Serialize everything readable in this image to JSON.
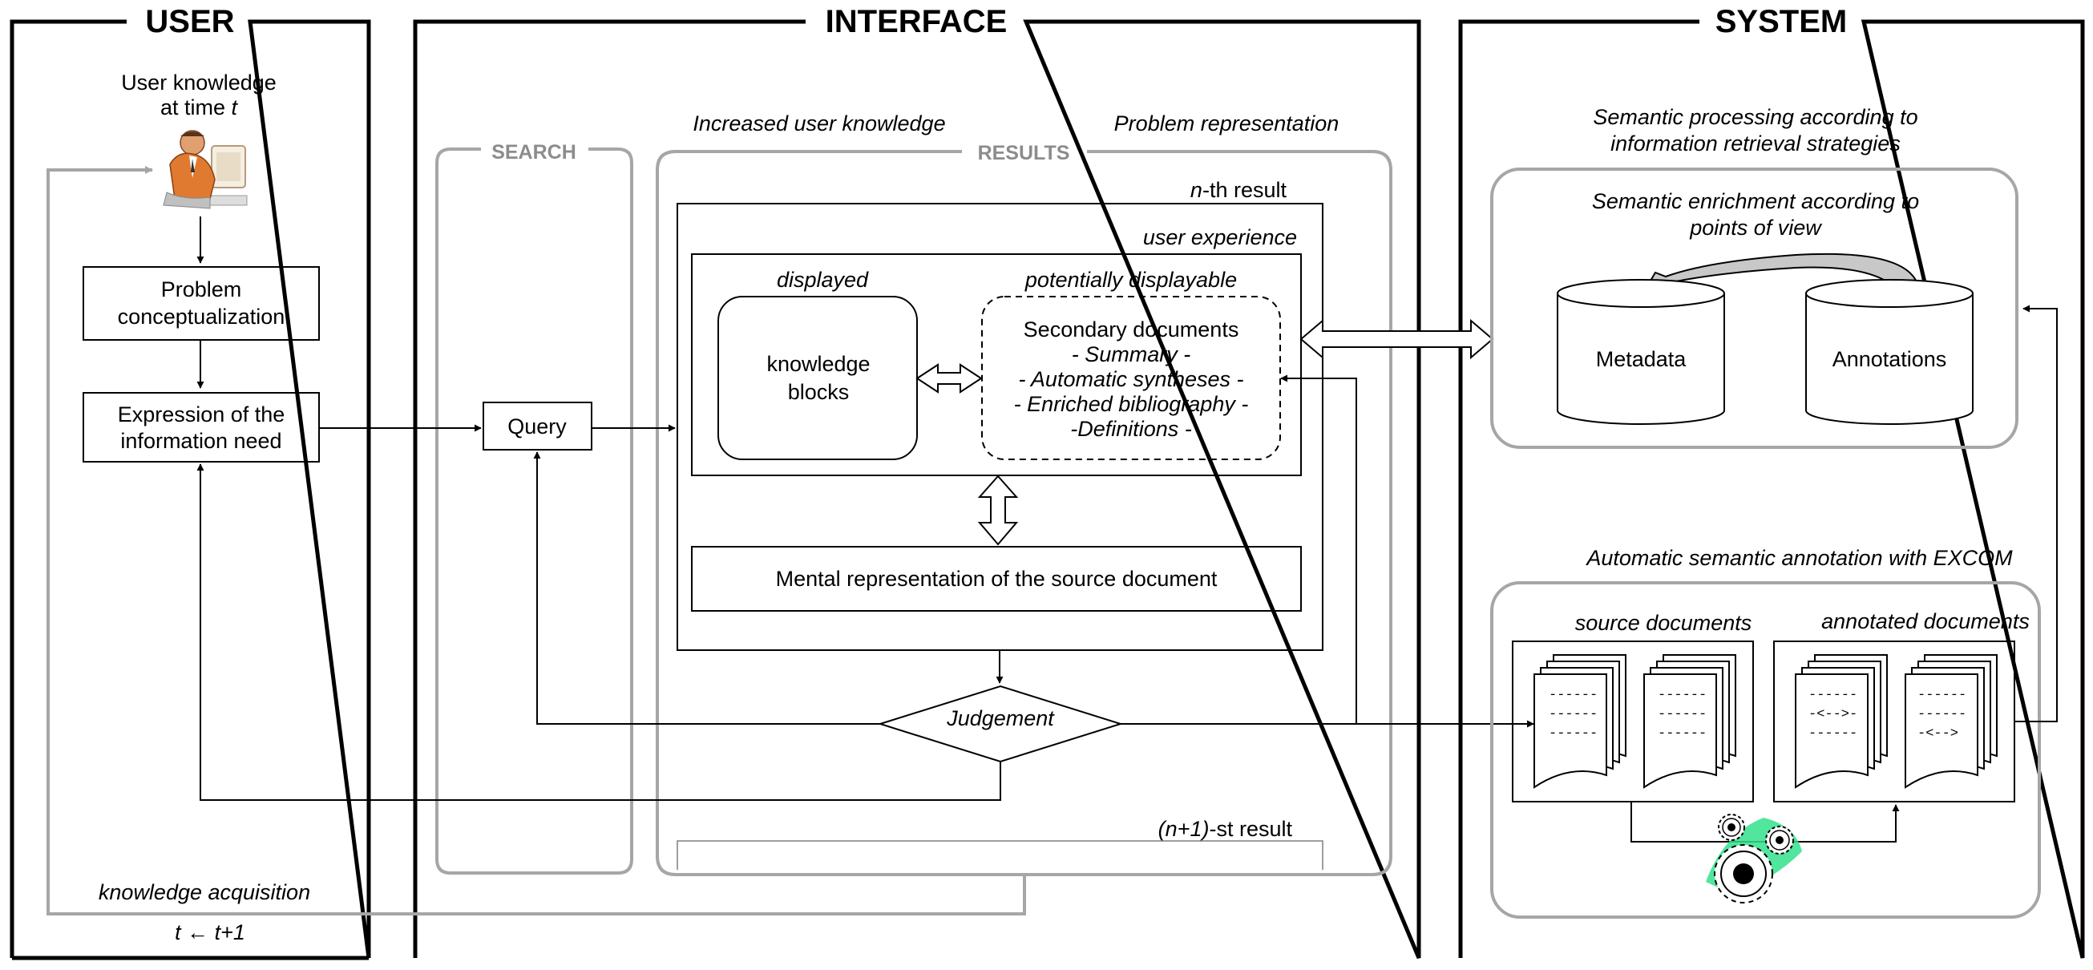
{
  "panels": {
    "user": "USER",
    "interface": "INTERFACE",
    "system": "SYSTEM"
  },
  "user": {
    "knowledge_line1": "User knowledge",
    "knowledge_line2": "at time ",
    "knowledge_t": "t",
    "problem_line1": "Problem",
    "problem_line2": "conceptualization",
    "expression_line1": "Expression of the",
    "expression_line2": "information need",
    "knowledge_acquisition": "knowledge acquisition",
    "time_update": "t ← t+1"
  },
  "interface": {
    "search_label": "SEARCH",
    "results_label": "RESULTS",
    "increased_knowledge": "Increased user knowledge",
    "problem_representation": "Problem representation",
    "query": "Query",
    "nth_n": "n",
    "nth_rest": "-th result",
    "user_experience": "user experience",
    "displayed": "displayed",
    "potentially_displayable": "potentially displayable",
    "knowledge_line1": "knowledge",
    "knowledge_line2": "blocks",
    "secondary_title": "Secondary documents",
    "secondary_items": [
      "- Summary -",
      "- Automatic syntheses -",
      "- Enriched bibliography -",
      "-Definitions -"
    ],
    "mental_representation": "Mental representation of the source document",
    "judgement": "Judgement",
    "next_n": "(n+1)",
    "next_rest": "-st result"
  },
  "system": {
    "semantic_processing_line1": "Semantic processing according to",
    "semantic_processing_line2": "information retrieval strategies",
    "enrichment_line1": "Semantic enrichment according to",
    "enrichment_line2": "points of view",
    "metadata": "Metadata",
    "annotations": "Annotations",
    "annotation_title": "Automatic semantic annotation with EXCOM",
    "source_documents": "source documents",
    "annotated_documents": "annotated documents",
    "source_lines": [
      "------",
      "------",
      "------"
    ],
    "annotated_lines": [
      "------",
      "-<-->-",
      "------"
    ],
    "annotated_lines_b": [
      "------",
      "------",
      "-<-->"
    ]
  },
  "colors": {
    "frame": "#000000",
    "gray_box": "#a6a6a6",
    "gray_label": "#8c8c8c",
    "gear_glow": "#33e08c",
    "arrow_fill": "#c8c8c8"
  },
  "icons": {
    "user_figure": "user-at-computer-icon",
    "gears": "gears-icon"
  }
}
